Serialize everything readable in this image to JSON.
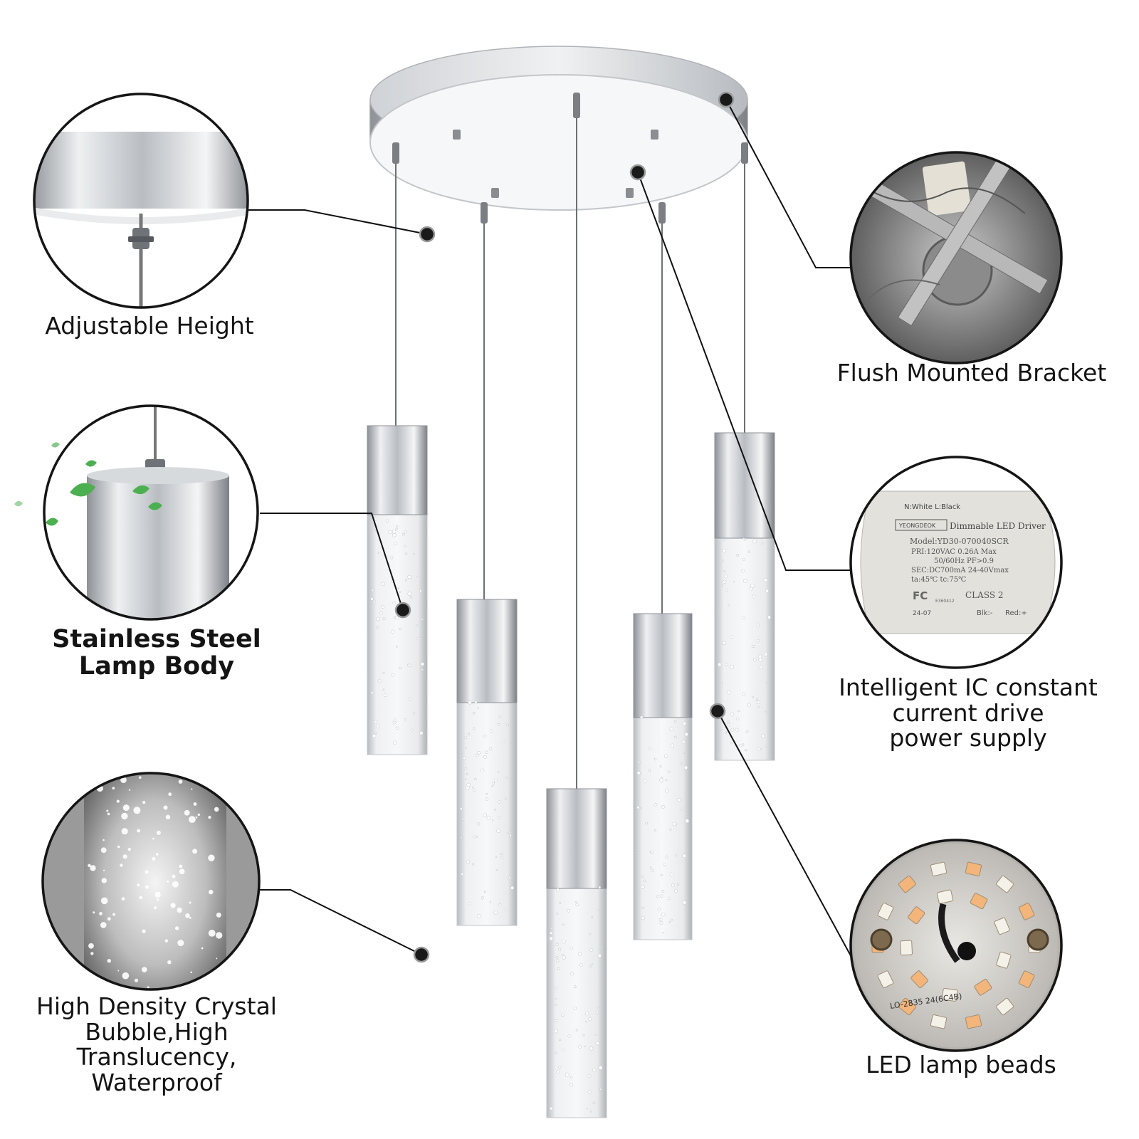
{
  "callouts": {
    "adjustable_height": "Adjustable Height",
    "flush_mounted_bracket": "Flush Mounted Bracket",
    "stainless_steel": "Stainless Steel\nLamp Body",
    "intelligent_ic": "Intelligent IC constant\ncurrent drive\npower supply",
    "crystal_bubble": "High Density Crystal\nBubble,High\nTranslucency,\nWaterproof",
    "led_beads": "LED lamp beads"
  },
  "driver_label": {
    "wires": "N:White   L:Black",
    "brand": "YEONGDEOK",
    "title": "Dimmable LED Driver",
    "model": "Model:YD30-070040SCR",
    "pri": "PRI:120VAC 0.26A Max",
    "freq": "50/60Hz PF>0.9",
    "sec": "SEC:DC700mA 24-40Vmax",
    "temp": "ta:45℃   tc:75℃",
    "fc": "FC",
    "file": "E360412",
    "class": "CLASS 2",
    "date": "24-07",
    "blk": "Blk:-",
    "red": "Red:+"
  },
  "led_board_text": "LO-2835 24(6C4B)",
  "colors": {
    "chrome": "#c9ccd0",
    "callout_line": "#111111",
    "dot": "#1a1a1a",
    "leaf": "#4caf50"
  }
}
